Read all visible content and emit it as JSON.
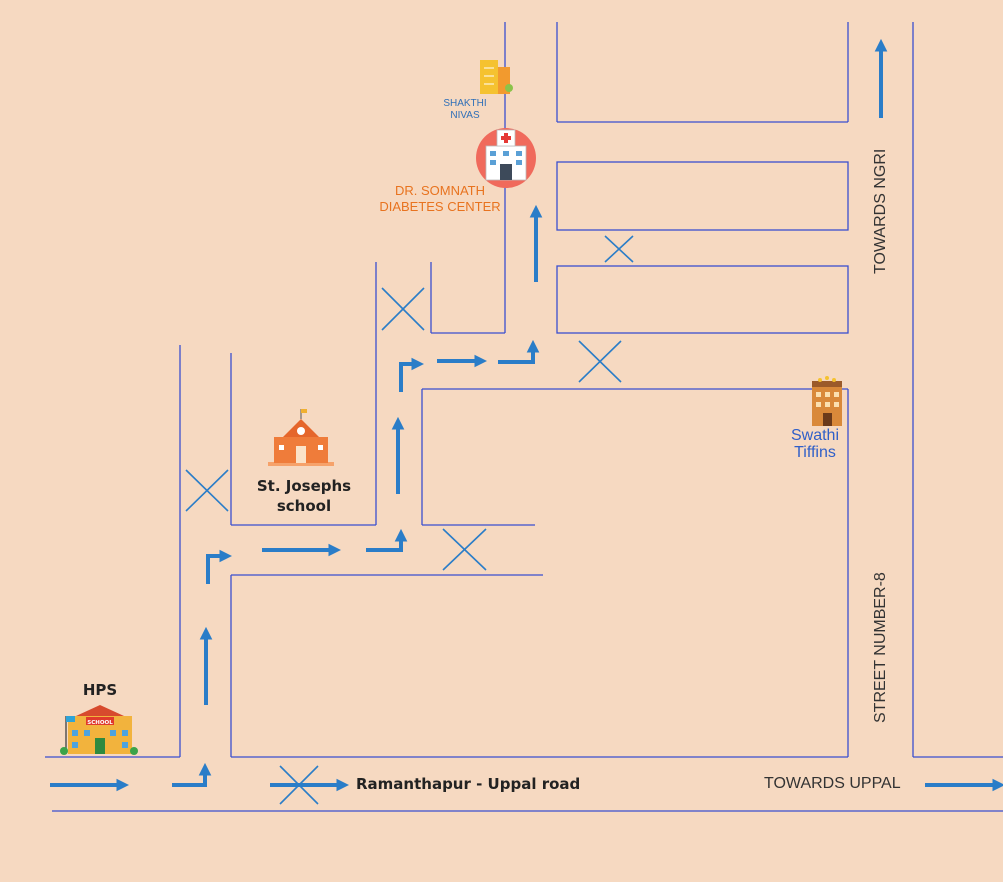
{
  "roads": {
    "main": "Ramanthapur - Uppal road",
    "towards_uppal": "TOWARDS UPPAL",
    "towards_ngri": "TOWARDS NGRI",
    "street8": "STREET NUMBER-8"
  },
  "places": {
    "hps": "HPS",
    "hps_sign": "SCHOOL",
    "st_josephs_line1": "St. Josephs",
    "st_josephs_line2": "school",
    "shakthi_line1": "SHAKTHI",
    "shakthi_line2": "NIVAS",
    "somnath_line1": "DR. SOMNATH",
    "somnath_line2": "DIABETES CENTER",
    "swathi_line1": "Swathi",
    "swathi_line2": "Tiffins"
  },
  "colors": {
    "background": "#f6d9c1",
    "road_line": "#3a4fd0",
    "arrow": "#2a7dc8",
    "orange_text": "#e8731f",
    "blue_text": "#2f5fc8"
  },
  "icons": [
    "hps-school-icon",
    "st-josephs-school-icon",
    "shakthi-nivas-building-icon",
    "hospital-icon",
    "swathi-tiffins-hotel-icon"
  ]
}
